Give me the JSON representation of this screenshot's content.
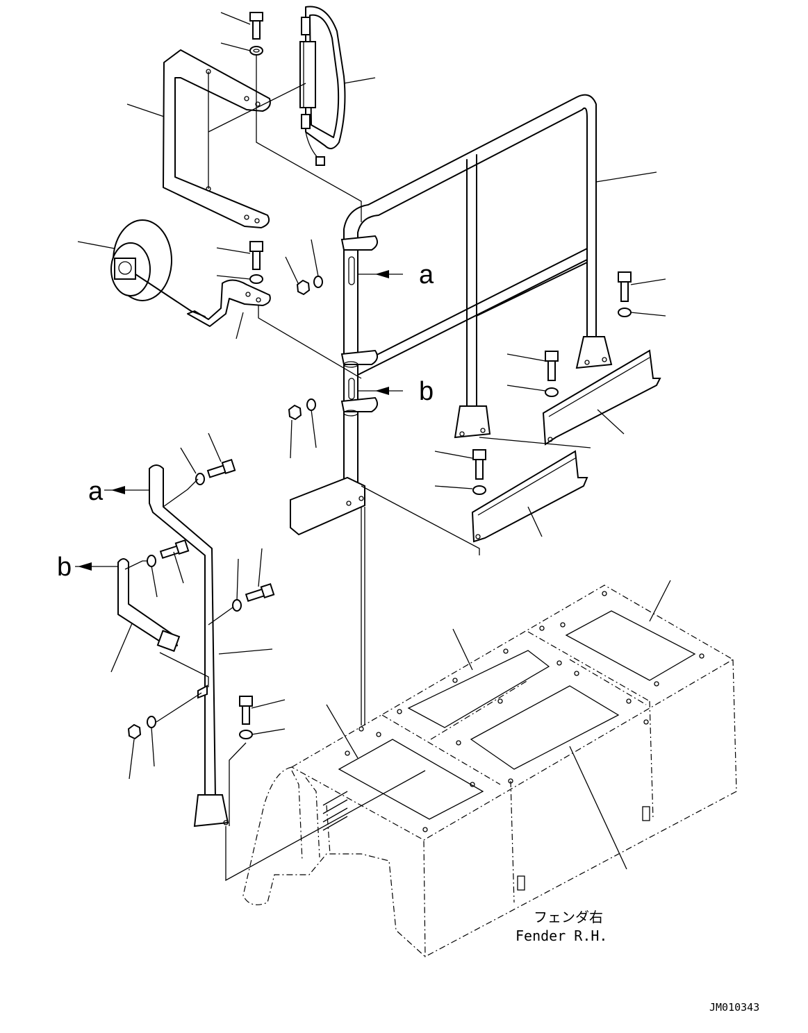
{
  "diagram": {
    "drawing_number": "JM010343",
    "fender_label_jp": "フェンダ右",
    "fender_label_en": "Fender R.H.",
    "callouts": [
      "a",
      "b",
      "a",
      "b"
    ],
    "parts": [
      {
        "name": "mirror-bracket"
      },
      {
        "name": "rear-view-mirror"
      },
      {
        "name": "work-lamp"
      },
      {
        "name": "lamp-bracket"
      },
      {
        "name": "main-handrail"
      },
      {
        "name": "front-handrail"
      },
      {
        "name": "handrail-stay"
      },
      {
        "name": "rear-plate-left"
      },
      {
        "name": "rear-plate-right"
      },
      {
        "name": "front-plate"
      },
      {
        "name": "fender-cover-1"
      },
      {
        "name": "fender-cover-2"
      },
      {
        "name": "fender-cover-3"
      },
      {
        "name": "fender-cover-4"
      },
      {
        "name": "fender-rh"
      }
    ]
  }
}
